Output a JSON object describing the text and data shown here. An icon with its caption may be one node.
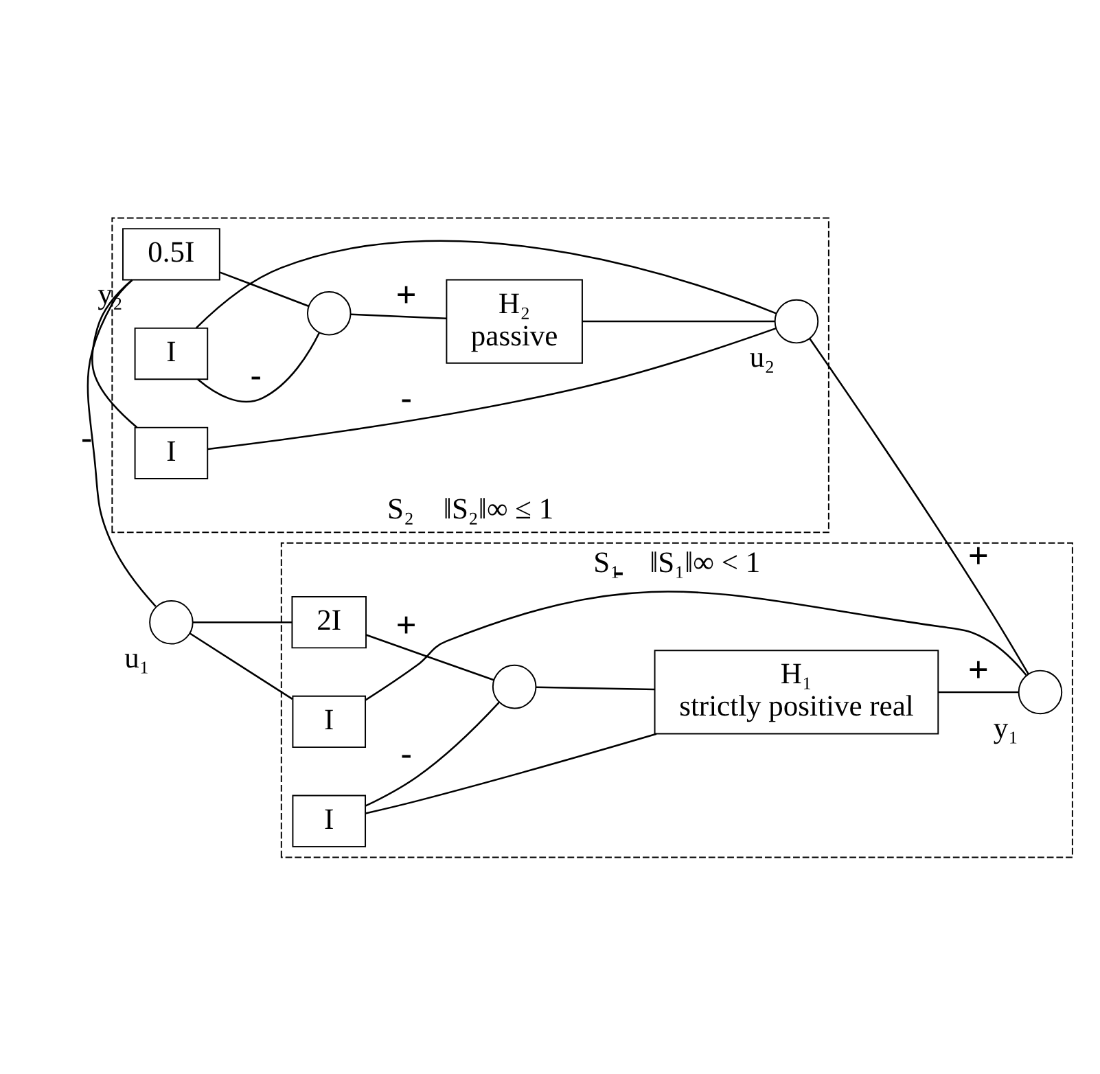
{
  "diagram": {
    "nodes": [
      {
        "text": [
          "S₁",
          "‖S₁‖∞ < 1"
        ]
      },
      {
        "text": [],
        "shape": "circle",
        "beside": [
          "u₁"
        ]
      },
      {
        "text": [
          "2I"
        ],
        "in": 0
      },
      {
        "text": [],
        "shape": "circle",
        "in": 0
      },
      {
        "text": [
          "H₁",
          "strictly positive real"
        ],
        "in": 0
      },
      {
        "text": [
          "I"
        ],
        "in": 0
      },
      {
        "text": [
          "I"
        ],
        "in": 0
      },
      {
        "text": [],
        "shape": "circle",
        "in": 0,
        "beside": [
          "y₁"
        ]
      },
      {
        "text": [
          "S₂",
          "‖S₂‖∞ ≤ 1"
        ]
      },
      {
        "text": [
          "0.5I"
        ],
        "in": 8,
        "beside": [
          "y₂"
        ]
      },
      {
        "text": [],
        "shape": "circle",
        "in": 8
      },
      {
        "text": [
          "H₂",
          "passive"
        ],
        "in": 8
      },
      {
        "text": [
          "I"
        ],
        "in": 8
      },
      {
        "text": [
          "I"
        ],
        "in": 8
      },
      {
        "text": [],
        "shape": "circle",
        "in": 8,
        "beside": [
          "u₂"
        ]
      }
    ],
    "edges": [
      {
        "from": 1,
        "to": 2,
        "arrow": "none"
      },
      {
        "from": 1,
        "to": 5,
        "arrow": "none"
      },
      {
        "from": 2,
        "to": 3,
        "arrow": "none",
        "label": "+"
      },
      {
        "from": 3,
        "to": 4,
        "arrow": "none"
      },
      {
        "from": 4,
        "to": 7,
        "arrow": "none",
        "label": "+"
      },
      {
        "from": 5,
        "to": 7,
        "arrow": "none",
        "label": "-"
      },
      {
        "from": 4,
        "to": 6,
        "arrow": "none"
      },
      {
        "from": 6,
        "to": 3,
        "arrow": "none",
        "label": "-"
      },
      {
        "from": 7,
        "to": 14,
        "arrow": "none",
        "label": "+"
      },
      {
        "from": 14,
        "to": 11,
        "arrow": "none"
      },
      {
        "from": 14,
        "to": 12,
        "arrow": "none"
      },
      {
        "from": 13,
        "to": 14,
        "arrow": "none",
        "label": "-"
      },
      {
        "from": 12,
        "to": 10,
        "arrow": "none",
        "label": "-"
      },
      {
        "from": 11,
        "to": 10,
        "arrow": "none",
        "label": "+"
      },
      {
        "from": 10,
        "to": 9,
        "arrow": "none"
      },
      {
        "from": 9,
        "to": 1,
        "arrow": "none",
        "label": "-"
      },
      {
        "from": 13,
        "to": 9,
        "arrow": "none"
      }
    ]
  }
}
